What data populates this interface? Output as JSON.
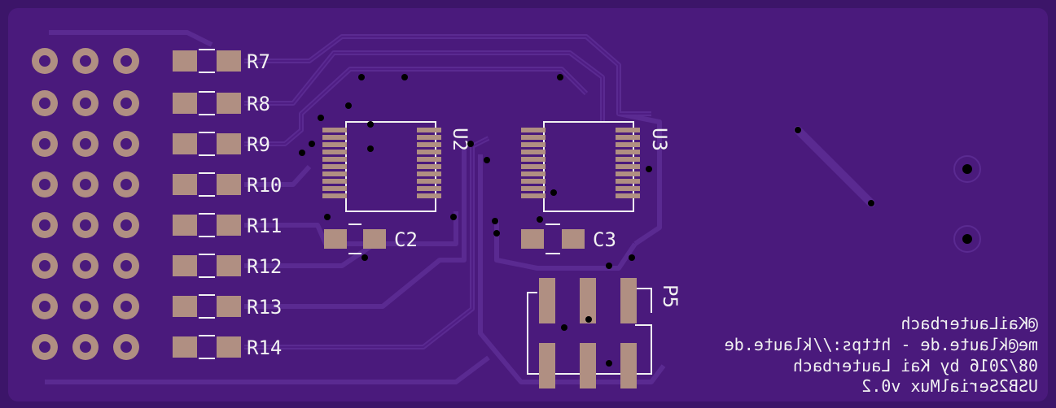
{
  "board": {
    "colors": {
      "board": "#3c1569",
      "copper": "#4a1a7c",
      "trace": "#5a2a91",
      "pad": "#b08f82",
      "silk": "#f2f2f2",
      "hole": "#000000"
    },
    "resistors": [
      "R7",
      "R8",
      "R9",
      "R10",
      "R11",
      "R12",
      "R13",
      "R14"
    ],
    "chips": {
      "u2": "U2",
      "u3": "U3"
    },
    "capacitors": {
      "c2": "C2",
      "c3": "C3"
    },
    "connector": "P5",
    "silkscreen_text": [
      "@KaiLauterbach",
      "me@klaute.de - https://klaute.de",
      "08/2016 by Kai Lauterbach",
      "USB2SerialMux v0.2"
    ]
  }
}
